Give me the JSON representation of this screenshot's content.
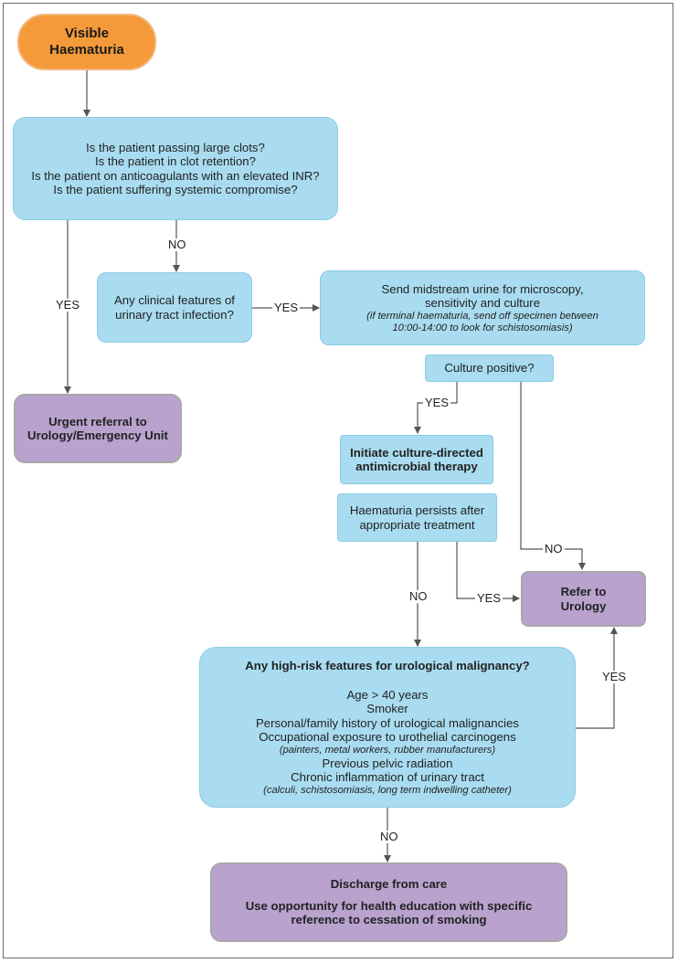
{
  "start": {
    "line1": "Visible",
    "line2": "Haematuria"
  },
  "questions": {
    "q1": "Is the patient passing large clots?",
    "q2": "Is the patient in clot retention?",
    "q3": "Is the patient on anticoagulants with an elevated INR?",
    "q4": "Is the patient suffering systemic compromise?"
  },
  "urgent_referral": {
    "line1": "Urgent referral to",
    "line2": "Urology/Emergency Unit"
  },
  "uti": {
    "line1": "Any clinical features of",
    "line2": "urinary tract infection?"
  },
  "msu": {
    "line1": "Send midstream urine for microscopy,",
    "line2": "sensitivity and culture",
    "note1": "(if terminal haematuria, send off specimen between",
    "note2": "10:00-14:00 to look for schistosomiasis)"
  },
  "culture_positive": "Culture positive?",
  "therapy": {
    "line1": "Initiate culture-directed",
    "line2": "antimicrobial therapy"
  },
  "persists": {
    "line1": "Haematuria persists after",
    "line2": "appropriate treatment"
  },
  "refer": {
    "line1": "Refer to",
    "line2": "Urology"
  },
  "high_risk": {
    "title": "Any high-risk features for urological malignancy?",
    "f1": "Age > 40 years",
    "f2": "Smoker",
    "f3": "Personal/family history of urological malignancies",
    "f4": "Occupational exposure to urothelial carcinogens",
    "f4_note": "(painters, metal workers, rubber manufacturers)",
    "f5": "Previous pelvic radiation",
    "f6": "Chronic inflammation of urinary tract",
    "f6_note": "(calculi, schistosomiasis, long term indwelling catheter)"
  },
  "discharge": {
    "title": "Discharge from care",
    "line1": "Use opportunity for health education with specific",
    "line2": "reference to cessation of smoking"
  },
  "edge_labels": {
    "no1": "NO",
    "yes1": "YES",
    "yes2": "YES",
    "yes3": "YES",
    "no2": "NO",
    "no3": "NO",
    "yes4": "YES",
    "yes5": "YES",
    "no4": "NO"
  },
  "colors": {
    "start": "#f59a3a",
    "decision": "#a9dcf0",
    "outcome": "#b9a2cd",
    "connector": "#555555"
  }
}
